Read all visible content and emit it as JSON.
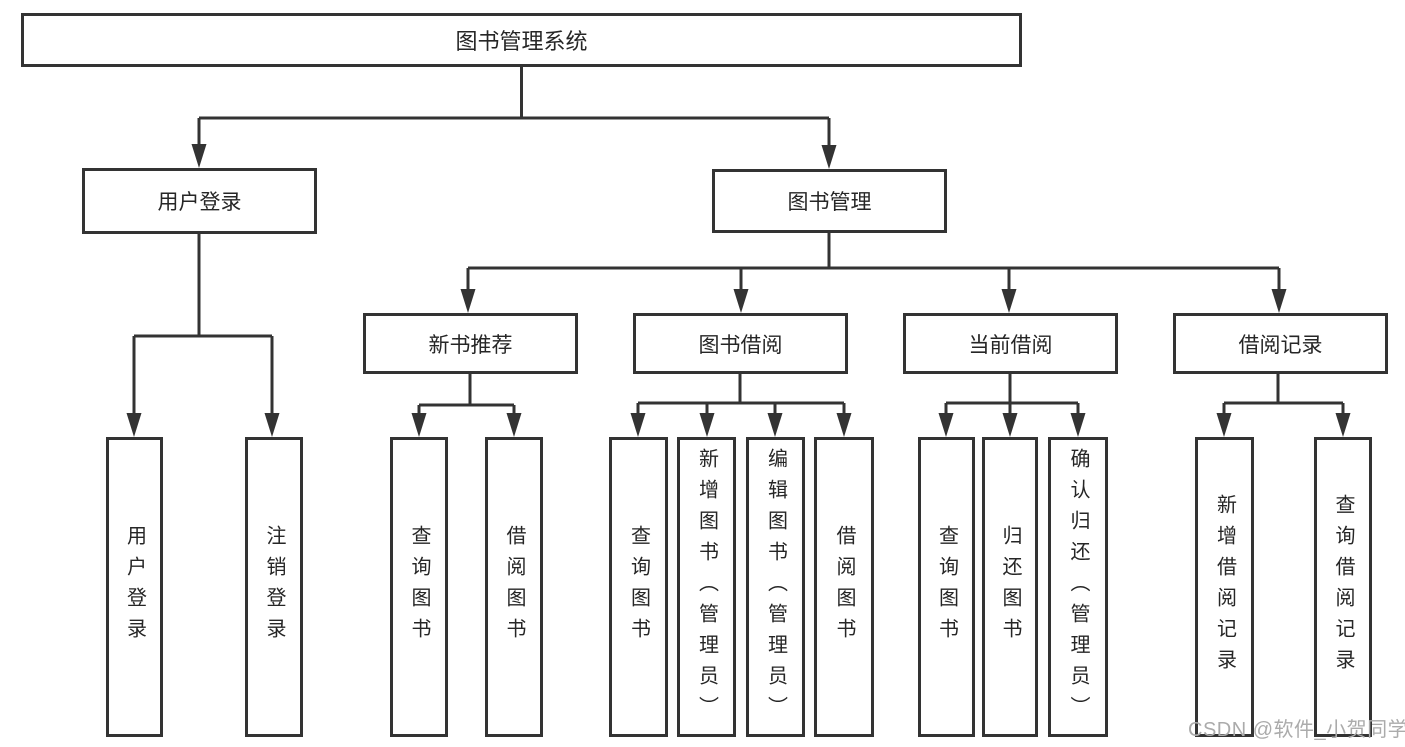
{
  "diagram": {
    "type": "hierarchy-tree",
    "root": {
      "label": "图书管理系统"
    },
    "level2": [
      {
        "label": "用户登录"
      },
      {
        "label": "图书管理"
      }
    ],
    "level3": [
      {
        "label": "新书推荐",
        "parent": "图书管理"
      },
      {
        "label": "图书借阅",
        "parent": "图书管理"
      },
      {
        "label": "当前借阅",
        "parent": "图书管理"
      },
      {
        "label": "借阅记录",
        "parent": "图书管理"
      }
    ],
    "leaves": [
      {
        "label": "用户登录",
        "parent": "用户登录"
      },
      {
        "label": "注销登录",
        "parent": "用户登录"
      },
      {
        "label": "查询图书",
        "parent": "新书推荐"
      },
      {
        "label": "借阅图书",
        "parent": "新书推荐"
      },
      {
        "label": "查询图书",
        "parent": "图书借阅"
      },
      {
        "label": "新增图书（管理员）",
        "parent": "图书借阅"
      },
      {
        "label": "编辑图书（管理员）",
        "parent": "图书借阅"
      },
      {
        "label": "借阅图书",
        "parent": "图书借阅"
      },
      {
        "label": "查询图书",
        "parent": "当前借阅"
      },
      {
        "label": "归还图书",
        "parent": "当前借阅"
      },
      {
        "label": "确认归还（管理员）",
        "parent": "当前借阅"
      },
      {
        "label": "新增借阅记录",
        "parent": "借阅记录"
      },
      {
        "label": "查询借阅记录",
        "parent": "借阅记录"
      }
    ],
    "watermark": "CSDN @软件_小贺同学",
    "colors": {
      "line": "#333333",
      "box_border": "#333333",
      "text": "#262626",
      "watermark": "#ababab",
      "background": "#ffffff"
    }
  }
}
